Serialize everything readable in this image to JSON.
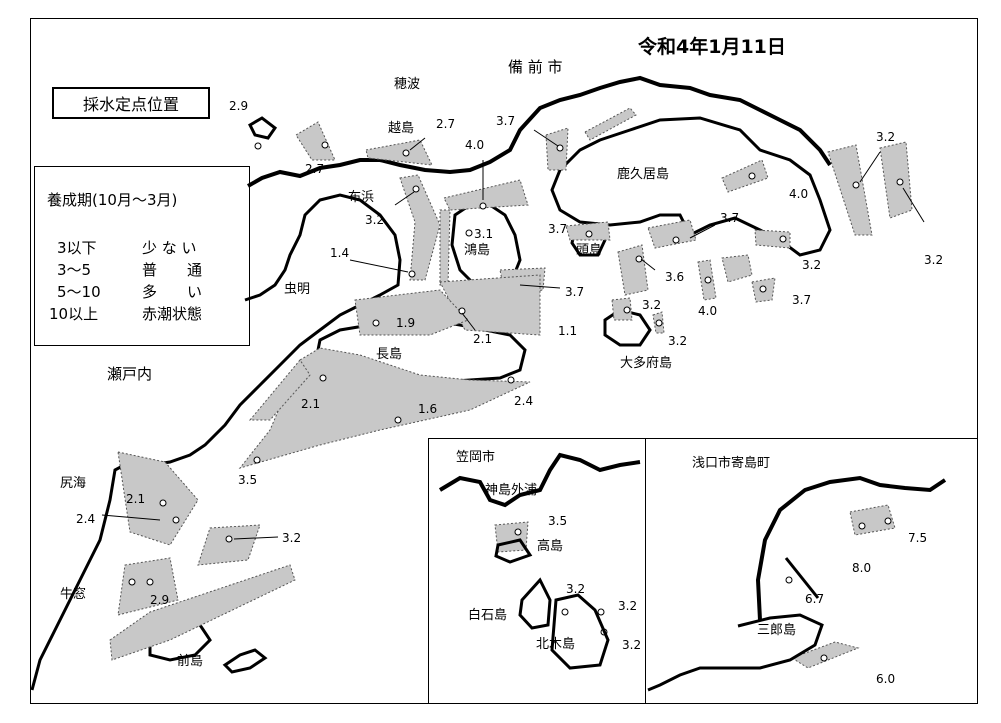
{
  "date": "令和4年1月11日",
  "title": "採水定点位置",
  "legend": {
    "title": "養成期(10月～3月)",
    "rows": [
      {
        "range": "3以下",
        "status": "少 な い"
      },
      {
        "range": "3～5",
        "status": "普　　通"
      },
      {
        "range": "5～10",
        "status": "多　　い"
      },
      {
        "range": "10以上",
        "status": "赤潮状態"
      }
    ]
  },
  "place_names": {
    "bizen": "備 前 市",
    "hoha": "穂波",
    "koshijima": "越島",
    "kakuijima": "鹿久居島",
    "nunohama": "布浜",
    "kojima": "鴻島",
    "kashiragashima": "頭島",
    "mushiake": "虫明",
    "nagashima": "長島",
    "setouchi": "瀬戸内",
    "otabujima": "大多府島",
    "shirumi": "尻海",
    "ushimado": "牛窓",
    "maejima": "前島",
    "kasaoka": "笠岡市",
    "konoshima": "神島外浦",
    "takashima": "高島",
    "shiraishijima": "白石島",
    "kitagijima": "北木島",
    "asakuchi": "浅口市寄島町",
    "saburojima": "三郎島"
  },
  "stations": [
    {
      "id": "s01",
      "value": "2.9"
    },
    {
      "id": "s02",
      "value": "2.7"
    },
    {
      "id": "s03",
      "value": "2.7"
    },
    {
      "id": "s04",
      "value": "3.7"
    },
    {
      "id": "s05",
      "value": "4.0"
    },
    {
      "id": "s06",
      "value": "3.2"
    },
    {
      "id": "s07",
      "value": "3.2"
    },
    {
      "id": "s08",
      "value": "4.0"
    },
    {
      "id": "s09",
      "value": "3.2"
    },
    {
      "id": "s10",
      "value": "3.7"
    },
    {
      "id": "s11",
      "value": "3.7"
    },
    {
      "id": "s12",
      "value": "3.1"
    },
    {
      "id": "s13",
      "value": "1.4"
    },
    {
      "id": "s14",
      "value": "3.7"
    },
    {
      "id": "s15",
      "value": "3.6"
    },
    {
      "id": "s16",
      "value": "3.2"
    },
    {
      "id": "s17",
      "value": "3.7"
    },
    {
      "id": "s18",
      "value": "1.9"
    },
    {
      "id": "s19",
      "value": "2.1"
    },
    {
      "id": "s20",
      "value": "1.1"
    },
    {
      "id": "s21",
      "value": "3.2"
    },
    {
      "id": "s22",
      "value": "4.0"
    },
    {
      "id": "s23",
      "value": "3.2"
    },
    {
      "id": "s24",
      "value": "2.1"
    },
    {
      "id": "s25",
      "value": "1.6"
    },
    {
      "id": "s26",
      "value": "2.4"
    },
    {
      "id": "s27",
      "value": "3.5"
    },
    {
      "id": "s28",
      "value": "2.1"
    },
    {
      "id": "s29",
      "value": "2.4"
    },
    {
      "id": "s30",
      "value": "3.2"
    },
    {
      "id": "s31",
      "value": "2.9"
    },
    {
      "id": "s32",
      "value": "3.5"
    },
    {
      "id": "s33",
      "value": "3.2"
    },
    {
      "id": "s34",
      "value": "3.2"
    },
    {
      "id": "s35",
      "value": "3.2"
    },
    {
      "id": "s36",
      "value": "7.5"
    },
    {
      "id": "s37",
      "value": "8.0"
    },
    {
      "id": "s38",
      "value": "6.7"
    },
    {
      "id": "s39",
      "value": "6.0"
    }
  ]
}
